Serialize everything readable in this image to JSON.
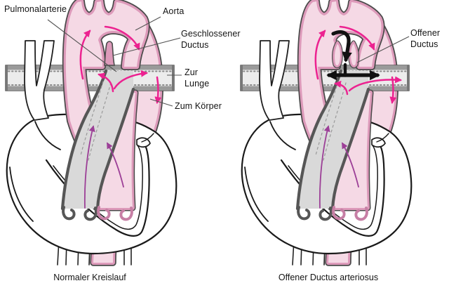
{
  "labels": {
    "pulmonalarterie": "Pulmonalarterie",
    "aorta": "Aorta",
    "geschlossener_ductus": {
      "lines": [
        "Geschlossener",
        "Ductus"
      ]
    },
    "zur_lunge": {
      "lines": [
        "Zur",
        "Lunge"
      ]
    },
    "zum_koerper": "Zum Körper",
    "offener_ductus": {
      "lines": [
        "Offener",
        "Ductus"
      ]
    }
  },
  "captions": {
    "left_panel": "Normaler Kreislauf",
    "right_panel": "Offener Ductus arteriosus"
  },
  "colors": {
    "background": "#ffffff",
    "text": "#141414",
    "leader_line": "#555555",
    "outline": "#4a4a4a",
    "heart_outline": "#1a1a1a",
    "aorta_fill": "#f5d9e5",
    "aorta_wall": "#dd9aba",
    "valve_pink": "#c77fa5",
    "soft_pink_patch": "#f6d3e2",
    "pulmonary_fill": "#d9d9d9",
    "pulmonary_wall": "#565656",
    "branch_band_fill": "#ececec",
    "branch_band_edge": "#9a9a9a",
    "flow_arrow_pink": "#ec2290",
    "flow_arrow_purple": "#9c3f97",
    "shunt_arrow_black": "#111111"
  }
}
